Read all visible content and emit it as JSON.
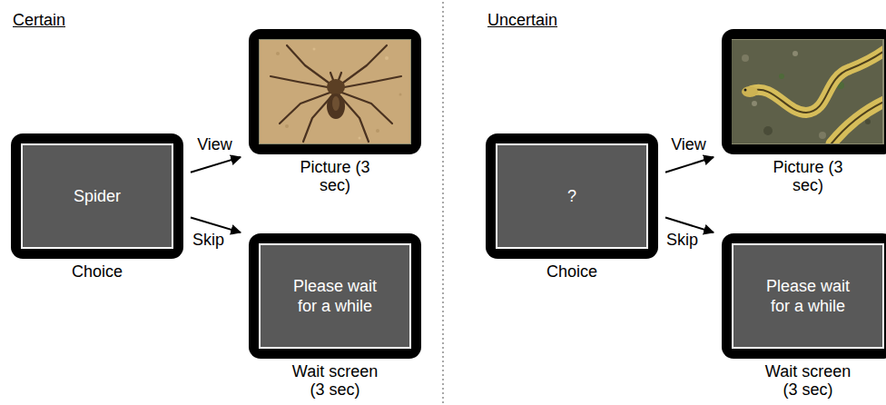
{
  "diagram": {
    "nodes": [
      {
        "text": [
          "Spider",
          "Choice"
        ]
      },
      {
        "text": [
          "Picture (3 sec)"
        ]
      },
      {
        "text": [
          "Please wait for a while",
          "Wait screen (3 sec)"
        ]
      },
      {
        "text": [
          "?",
          "Choice"
        ]
      },
      {
        "text": [
          "Picture (3 sec)"
        ]
      },
      {
        "text": [
          "Please wait for a while",
          "Wait screen (3 sec)"
        ]
      }
    ],
    "edges": [
      {
        "from": 0,
        "to": 1,
        "label": "View",
        "arrow": "to"
      },
      {
        "from": 0,
        "to": 2,
        "label": "Skip",
        "arrow": "to"
      },
      {
        "from": 3,
        "to": 4,
        "label": "View",
        "arrow": "to"
      },
      {
        "from": 3,
        "to": 5,
        "label": "Skip",
        "arrow": "to"
      }
    ],
    "labels": [
      "Certain",
      "Uncertain"
    ]
  }
}
